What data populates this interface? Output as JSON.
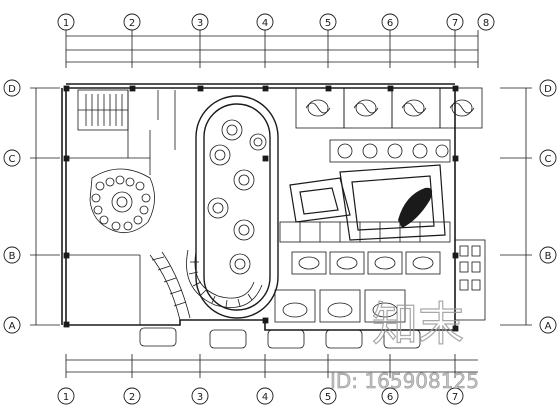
{
  "grid": {
    "columns": [
      "1",
      "2",
      "3",
      "4",
      "5",
      "6",
      "7",
      "8"
    ],
    "rows": [
      "D",
      "C",
      "B",
      "A"
    ]
  },
  "watermark": {
    "brand": "知末",
    "id_text": "ID: 165908125"
  },
  "colors": {
    "line": "#1a1a1a",
    "paper": "#ffffff",
    "watermark": "#b8b8b8"
  }
}
